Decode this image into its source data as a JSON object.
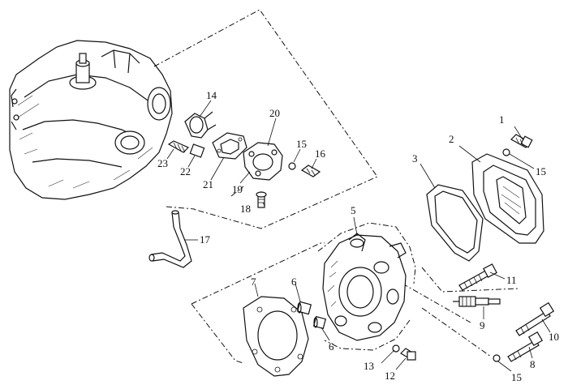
{
  "diagram": {
    "callouts": {
      "c1": "1",
      "c2": "2",
      "c3": "3",
      "c5": "5",
      "c6a": "6",
      "c6b": "6",
      "c7": "7",
      "c8": "8",
      "c9": "9",
      "c10": "10",
      "c11": "11",
      "c12": "12",
      "c13": "13",
      "c14": "14",
      "c15a": "15",
      "c15b": "15",
      "c15c": "15",
      "c16": "16",
      "c17": "17",
      "c18": "18",
      "c19": "19",
      "c20": "20",
      "c21": "21",
      "c22": "22",
      "c23": "23"
    }
  }
}
